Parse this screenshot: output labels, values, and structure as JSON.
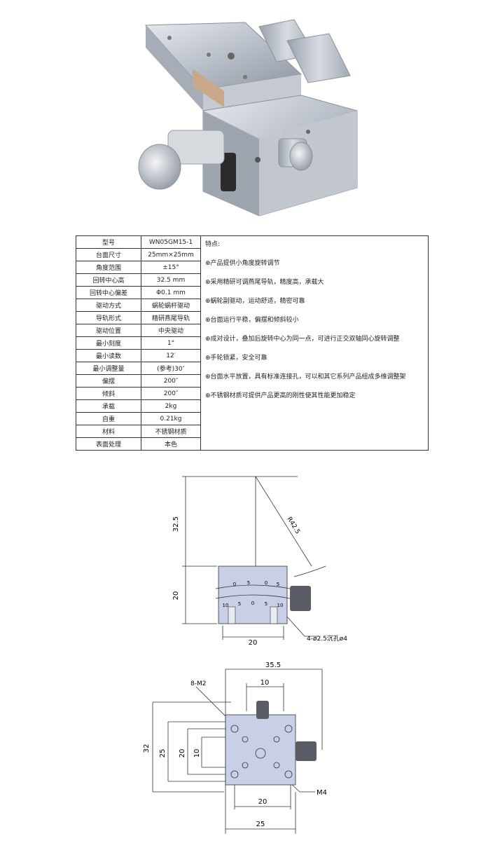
{
  "specs": [
    {
      "key": "型号",
      "value": "WN05GM15-1"
    },
    {
      "key": "台面尺寸",
      "value": "25mm×25mm"
    },
    {
      "key": "角度范围",
      "value": "±15°"
    },
    {
      "key": "回转中心高",
      "value": "32.5 mm"
    },
    {
      "key": "回转中心偏差",
      "value": "Φ0.1 mm"
    },
    {
      "key": "驱动方式",
      "value": "蜗轮蜗杆驱动"
    },
    {
      "key": "导轨形式",
      "value": "精研燕尾导轨"
    },
    {
      "key": "驱动位置",
      "value": "中央驱动"
    },
    {
      "key": "最小刻度",
      "value": "1°"
    },
    {
      "key": "最小读数",
      "value": "12′"
    },
    {
      "key": "最小调整量",
      "value": "(参考)30″"
    },
    {
      "key": "偏摆",
      "value": "200″"
    },
    {
      "key": "倾斜",
      "value": "200″"
    },
    {
      "key": "承载",
      "value": "2kg"
    },
    {
      "key": "自重",
      "value": "0.21kg"
    },
    {
      "key": "材料",
      "value": "不锈钢材质"
    },
    {
      "key": "表面处理",
      "value": "本色"
    }
  ],
  "features": {
    "title": "特点:",
    "items": [
      "⊕产品提供小角度旋转调节",
      "⊕采用精研可调燕尾导轨，精度高，承载大",
      "⊕蜗轮副驱动，运动舒适，精密可靠",
      "⊕台面运行平稳，偏摆和倾斜较小",
      "⊕成对设计，叠加后旋转中心为同一点，可进行正交双轴同心旋转调整",
      "⊕手轮锁紧，安全可靠",
      "⊕台面水平放置，具有标准连接孔，可以和其它系列产品组成多维调整架",
      "⊕不锈钢材质可提供产品更高的刚性使其性能更加稳定"
    ]
  },
  "drawing_front": {
    "dim_height": "32.5",
    "dim_body": "20",
    "dim_width": "20",
    "radius": "R42.5",
    "holes": "4-ø2.5沉孔ø4",
    "scale_top": [
      "0",
      "5",
      "0",
      "5"
    ],
    "scale_bottom": [
      "10",
      "5",
      "0",
      "5",
      "10"
    ]
  },
  "drawing_top": {
    "dim_total_width": "35.5",
    "dim_10_top": "10",
    "dim_m2": "8-M2",
    "dim_32": "32",
    "dim_25_left": "25",
    "dim_20_left": "20",
    "dim_10_left": "10",
    "dim_20_bottom": "20",
    "dim_25_bottom": "25",
    "dim_m4": "M4"
  }
}
